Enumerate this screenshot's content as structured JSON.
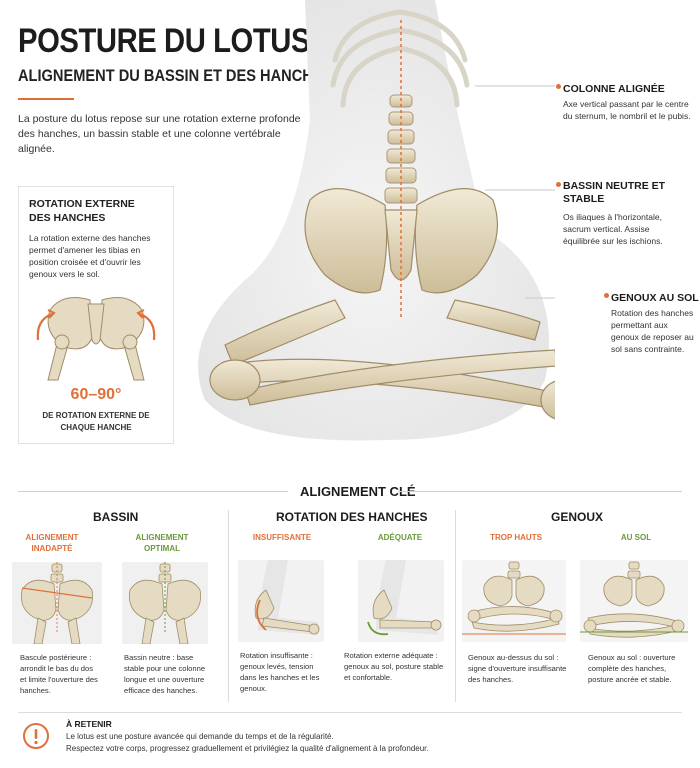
{
  "header": {
    "title": "POSTURE DU LOTUS",
    "subtitle": "ALIGNEMENT DU BASSIN ET DES HANCHES",
    "intro": "La posture du lotus repose sur une rotation externe profonde des hanches, un bassin stable et une colonne vertébrale alignée."
  },
  "rotation_box": {
    "title": "ROTATION EXTERNE DES HANCHES",
    "text": "La rotation externe des hanches permet d'amener les tibias en position croisée et d'ouvrir les genoux vers le sol.",
    "value": "60–90°",
    "caption": "DE ROTATION EXTERNE DE CHAQUE HANCHE"
  },
  "callouts": [
    {
      "title": "COLONNE ALIGNÉE",
      "text": "Axe vertical passant par le centre du sternum, le nombril et le pubis."
    },
    {
      "title": "BASSIN NEUTRE ET STABLE",
      "text": "Os iliaques à l'horizontale, sacrum vertical. Assise équilibrée sur les ischions."
    },
    {
      "title": "GENOUX AU SOL",
      "text": "Rotation des hanches permettant aux genoux de reposer au sol sans contrainte."
    }
  ],
  "key_alignment": {
    "title": "ALIGNEMENT CLÉ",
    "sections": [
      {
        "title": "BASSIN",
        "items": [
          {
            "label": "ALIGNEMENT INADAPTÉ",
            "status": "bad",
            "caption": "Bascule postérieure : arrondit le bas du dos et limite l'ouverture des hanches."
          },
          {
            "label": "ALIGNEMENT OPTIMAL",
            "status": "good",
            "caption": "Bassin neutre : base stable pour une colonne longue et une ouverture efficace des hanches."
          }
        ]
      },
      {
        "title": "ROTATION DES HANCHES",
        "items": [
          {
            "label": "INSUFFISANTE",
            "status": "bad",
            "caption": "Rotation insuffisante : genoux levés, tension dans les hanches et les genoux."
          },
          {
            "label": "ADÉQUATE",
            "status": "good",
            "caption": "Rotation externe adéquate : genoux au sol, posture stable et confortable."
          }
        ]
      },
      {
        "title": "GENOUX",
        "items": [
          {
            "label": "TROP HAUTS",
            "status": "bad",
            "caption": "Genoux au-dessus du sol : signe d'ouverture insuffisante des hanches."
          },
          {
            "label": "AU SOL",
            "status": "good",
            "caption": "Genoux au sol : ouverture complète des hanches, posture ancrée et stable."
          }
        ]
      }
    ]
  },
  "footer": {
    "icon": "exclamation-icon",
    "title": "À RETENIR",
    "lines": [
      "Le lotus est une posture avancée qui demande du temps et de la régularité.",
      "Respectez votre corps, progressez graduellement et privilégiez la qualité d'alignement à la profondeur."
    ]
  },
  "colors": {
    "accent": "#e0703a",
    "good": "#6a9a3a",
    "bone": "#e7dcc3",
    "text": "#1c1c1c"
  }
}
